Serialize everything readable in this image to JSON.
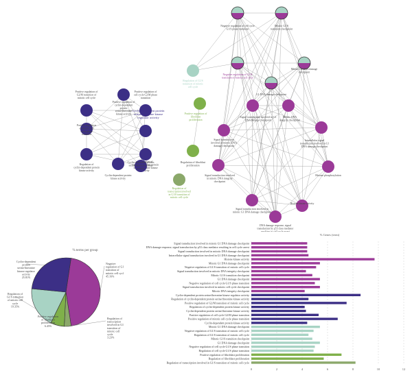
{
  "colors": {
    "purple": "#9b3a98",
    "indigo": "#3c2f86",
    "teal": "#a8d3c4",
    "green": "#7fb04a",
    "lightgreen": "#8ba86a",
    "edge": "#9a9a9a",
    "grid": "#cfcfcf",
    "label_purple": "#9b3a98",
    "label_green": "#7fb04a",
    "label_teal": "#a8d3c4"
  },
  "network": {
    "nodes": [
      {
        "id": "n1",
        "label": "Negative regulation of cell cycle G1/S phase transition",
        "kind": "split",
        "lbl": "dark"
      },
      {
        "id": "n2",
        "label": "Mitotic G1/S transition checkpoint",
        "kind": "split",
        "lbl": "dark"
      },
      {
        "id": "n3",
        "label": "Negative regulation of G1/S transition of mitotic cell cycle",
        "kind": "split",
        "lbl": "purple"
      },
      {
        "id": "n4",
        "label": "Mitotic G1 DNA damage checkpoint",
        "kind": "split",
        "lbl": "dark"
      },
      {
        "id": "n5",
        "label": "Regulation of G1/S transition of mitotic cell cycle",
        "kind": "teal",
        "lbl": "teal"
      },
      {
        "id": "n6",
        "label": "G1 DNA damage checkpoint",
        "kind": "split",
        "lbl": "dark"
      },
      {
        "id": "n7",
        "label": "Signal transduction involved in G1 DNA damage checkpoint",
        "kind": "purple",
        "lbl": "dark"
      },
      {
        "id": "n8",
        "label": "Mitotic DNA integrity checkpoint",
        "kind": "purple",
        "lbl": "dark"
      },
      {
        "id": "n9",
        "label": "Signal transduction involved in mitotic DNA damage checkpoint",
        "kind": "purple",
        "lbl": "dark"
      },
      {
        "id": "n10",
        "label": "Intracellular signal transduction involved in G1 DNA damage checkpoint",
        "kind": "purple",
        "lbl": "dark"
      },
      {
        "id": "n11",
        "label": "Signal transduction involved in mitotic DNA integrity checkpoint",
        "kind": "purple",
        "lbl": "dark"
      },
      {
        "id": "n12",
        "label": "Histone phosphorylation",
        "kind": "purple",
        "lbl": "dark"
      },
      {
        "id": "n13",
        "label": "Histone kinase activity",
        "kind": "purple",
        "lbl": "dark"
      },
      {
        "id": "n14",
        "label": "Signal transduction involved in mitotic G1 DNA damage checkpoint",
        "kind": "purple",
        "lbl": "dark"
      },
      {
        "id": "n15",
        "label": "DNA damage response, signal transduction by p53 class mediator resulting in cell cycle arrest",
        "kind": "purple",
        "lbl": "dark"
      },
      {
        "id": "n16",
        "label": "Positive regulation of fibroblast proliferation",
        "kind": "green",
        "lbl": "green"
      },
      {
        "id": "n17",
        "label": "Regulation of fibroblast proliferation",
        "kind": "green",
        "lbl": "dark"
      },
      {
        "id": "n18",
        "label": "Regulation of transcription involved in G1/S transition of mitotic cell cycle",
        "kind": "lightgreen",
        "lbl": "green"
      },
      {
        "id": "c1",
        "label": "Positive regulation of cyclin-dependent protein serine/threonine kinase activity",
        "kind": "indigo",
        "lbl": "dark"
      },
      {
        "id": "c2",
        "label": "Positive regulation of G2/M transition of mitotic cell cycle",
        "kind": "indigo",
        "lbl": "dark"
      },
      {
        "id": "c3",
        "label": "Positive regulation of cell cycle G2/M phase transition",
        "kind": "indigo",
        "lbl": "dark"
      },
      {
        "id": "c4",
        "label": "Positive regulation of mitotic cell cycle phase transition",
        "kind": "indigo",
        "lbl": "dark"
      },
      {
        "id": "c5",
        "label": "Regulation of cyclin-dependent protein kinase activity",
        "kind": "indigo",
        "lbl": "dark"
      },
      {
        "id": "c6",
        "label": "Regulation of cyclin-dependent protein serine/threonine kinase activity",
        "kind": "indigo",
        "lbl": "dark"
      },
      {
        "id": "c7",
        "label": "Cyclin-dependent protein kinase activity",
        "kind": "indigo",
        "lbl": "dark"
      },
      {
        "id": "c8",
        "label": "Cyclin-dependent protein serine/threonine kinase activity",
        "kind": "indigo",
        "lbl": "dark"
      },
      {
        "id": "c9",
        "label": "Cyclin-dependent protein serine/threonine kinase regulator activity",
        "kind": "indigo",
        "lbl": "indigo"
      }
    ]
  },
  "pie": {
    "title": "% terms per group",
    "slices": [
      {
        "label": "Negative regulation of G1/S transition of mitotic cell cycle",
        "pct": "45.16%",
        "value": 45.16,
        "color": "#9b3a98"
      },
      {
        "label": "Regulation of transcription involved in G1/S transition of mitotic cell cycle",
        "pct": "3.23%",
        "value": 3.23,
        "color": "#8ba86a"
      },
      {
        "label": "Positive regulation of fibroblast proliferation",
        "pct": "6.45%",
        "value": 6.45,
        "color": "#7fb04a"
      },
      {
        "label": "Regulation of G1/S transition of mitotic cell cycle",
        "pct": "19.35%",
        "value": 19.35,
        "color": "#a8d3c4"
      },
      {
        "label": "Cyclin-dependent protein serine/threonine kinase regulator activity",
        "pct": "25.81%",
        "value": 25.81,
        "color": "#3c2f86"
      }
    ]
  },
  "chart_data": {
    "type": "bar",
    "orientation": "horizontal",
    "title": "% Genes (term)",
    "xlim": [
      0,
      12
    ],
    "xticks": [
      "0",
      "2",
      "4",
      "6",
      "8",
      "10",
      "12"
    ],
    "categories": [
      "Signal transduction involved in mitotic G1 DNA damage checkpoint",
      "DNA damage response, signal transduction by p53 class mediator resulting in cell cycle arrest",
      "Signal transduction involved in mitotic DNA damage checkpoint",
      "Intracellular signal transduction involved in G1 DNA damage checkpoint",
      "Histone kinase activity",
      "Mitotic G1 DNA damage checkpoint",
      "Negative regulation of G1/S transition of mitotic cell cycle",
      "Signal transduction involved in mitotic DNA integrity checkpoint",
      "Mitotic G1/S transition checkpoint",
      "G1 DNA damage checkpoint",
      "Negative regulation of cell cycle G1/S phase transition",
      "Signal transduction involved in mitotic cell cycle checkpoint",
      "Mitotic DNA integrity checkpoint",
      "Cyclin-dependent protein serine/threonine kinase regulator activity",
      "Regulation of cyclin-dependent protein serine/threonine kinase activity",
      "Positive regulation of G2/M transition of mitotic cell cycle",
      "Regulation of cyclin-dependent protein kinase activity",
      "Cyclin-dependent protein serine/threonine kinase activity",
      "Positive regulation of cell cycle G2/M phase transition",
      "Positive regulation of mitotic cell cycle phase transition",
      "Cyclin-dependent protein kinase activity",
      "Mitotic G1 DNA damage checkpoint",
      "Negative regulation of G1/S transition of mitotic cell cycle",
      "Regulation of G1/S transition of mitotic cell cycle",
      "Mitotic G1/S transition checkpoint",
      "G1 DNA damage checkpoint",
      "Negative regulation of cell cycle G1/S phase transition",
      "Regulation of cell cycle G1/S phase transition",
      "Positive regulation of fibroblast proliferation",
      "Regulation of fibroblast proliferation",
      "Regulation of transcription involved in G1/S transition of mitotic cell cycle"
    ],
    "values": [
      4.4,
      4.4,
      4.4,
      4.5,
      9.7,
      5.4,
      5.1,
      4.3,
      4.8,
      5.4,
      5.0,
      5.4,
      4.2,
      8.6,
      4.5,
      7.5,
      4.2,
      4.3,
      5.3,
      6.8,
      4.4,
      5.4,
      4.9,
      4.5,
      4.8,
      5.4,
      5.0,
      4.9,
      7.1,
      5.7,
      8.2
    ],
    "colors": [
      "#9b3a98",
      "#9b3a98",
      "#9b3a98",
      "#9b3a98",
      "#9b3a98",
      "#9b3a98",
      "#9b3a98",
      "#9b3a98",
      "#9b3a98",
      "#9b3a98",
      "#9b3a98",
      "#9b3a98",
      "#9b3a98",
      "#3c2f86",
      "#3c2f86",
      "#3c2f86",
      "#3c2f86",
      "#3c2f86",
      "#3c2f86",
      "#3c2f86",
      "#3c2f86",
      "#a8d3c4",
      "#a8d3c4",
      "#a8d3c4",
      "#a8d3c4",
      "#a8d3c4",
      "#a8d3c4",
      "#a8d3c4",
      "#7fb04a",
      "#7fb04a",
      "#8ba86a"
    ],
    "grid": true
  }
}
